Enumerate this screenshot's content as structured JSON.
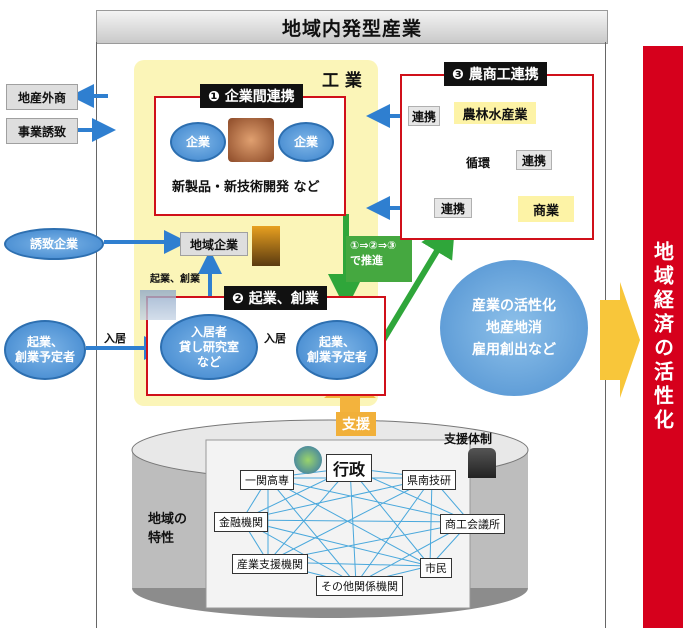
{
  "title": "地域内発型産業",
  "sidebar": "地域経済の活性化",
  "industry_label": "工 業",
  "left_boxes": {
    "local_external": "地産外商",
    "attraction": "事業誘致"
  },
  "attracted_companies": "誘致企業",
  "startups_left": "起業、\n創業予定者",
  "enter": "入居",
  "collab1": {
    "title": "❶ 企業間連携",
    "company": "企業",
    "product": "新製品・新技術開発 など"
  },
  "local_company": "地域企業",
  "startup_small": "起業、創業",
  "collab2": {
    "title": "❷ 起業、創業",
    "tenant": "入居者\n貸し研究室\nなど",
    "enter": "入居",
    "planner": "起業、\n創業予定者"
  },
  "promote": "①⇒②⇒③\nで推進",
  "collab3": {
    "title": "❸ 農商工連携",
    "agri": "農林水産業",
    "cycle": "循環",
    "commerce": "商業",
    "link": "連携"
  },
  "renkei_left": "連携",
  "effects": "産業の活性化\n地産地消\n雇用創出など",
  "support": "支援",
  "support_system": "支援体制",
  "regional": "地域の\n特性",
  "network": {
    "center": "行政",
    "nodes": [
      "一関高専",
      "県南技研",
      "金融機関",
      "商工会議所",
      "産業支援機関",
      "市民",
      "その他関係機関"
    ]
  }
}
